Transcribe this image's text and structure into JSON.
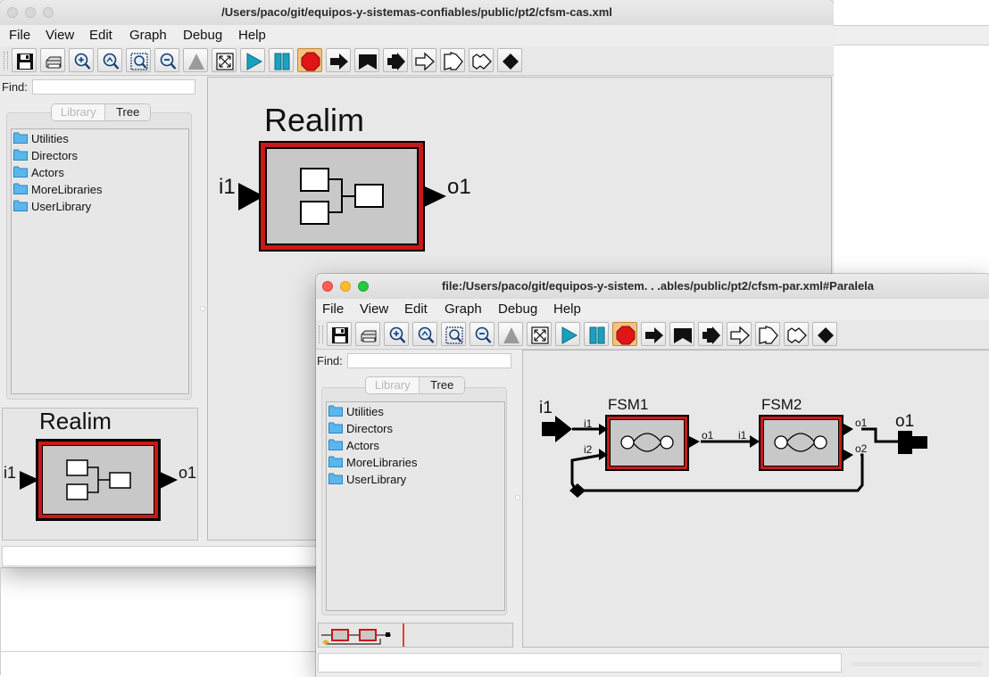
{
  "window_back": {
    "title": "/Users/paco/git/equipos-y-sistemas-confiables/public/pt2/cfsm-cas.xml",
    "menu": [
      "File",
      "View",
      "Edit",
      "Graph",
      "Debug",
      "Help"
    ],
    "find_label": "Find:",
    "find_value": "",
    "tab_library": "Library",
    "tab_tree": "Tree",
    "library_items": [
      "Utilities",
      "Directors",
      "Actors",
      "MoreLibraries",
      "UserLibrary"
    ],
    "canvas_actor": {
      "name": "Realim",
      "input_port": "i1",
      "output_port": "o1"
    },
    "preview_actor": {
      "name": "Realim",
      "input_port": "i1",
      "output_port": "o1"
    }
  },
  "window_front": {
    "title": "file:/Users/paco/git/equipos-y-sistem. . .ables/public/pt2/cfsm-par.xml#Paralela",
    "menu": [
      "File",
      "View",
      "Edit",
      "Graph",
      "Debug",
      "Help"
    ],
    "find_label": "Find:",
    "find_value": "",
    "tab_library": "Library",
    "tab_tree": "Tree",
    "library_items": [
      "Utilities",
      "Directors",
      "Actors",
      "MoreLibraries",
      "UserLibrary"
    ],
    "diagram": {
      "input_label": "i1",
      "output_label": "o1",
      "fsm1": {
        "name": "FSM1",
        "in1": "i1",
        "in2": "i2",
        "out1": "o1"
      },
      "fsm2": {
        "name": "FSM2",
        "in1": "i1",
        "out1": "o1",
        "out2": "o2"
      }
    }
  },
  "toolbar_buttons": [
    "save-icon",
    "print-icon",
    "zoom-in-icon",
    "zoom-reset-icon",
    "zoom-fit-icon",
    "zoom-out-icon",
    "up-icon",
    "fullscreen-icon",
    "run-icon",
    "pause-icon",
    "stop-icon",
    "step-arrow-icon",
    "flag-icon",
    "arrow-notched-icon",
    "arrow-outline-icon",
    "double-arrow-outline-icon",
    "triple-arrow-outline-icon",
    "diamond-icon"
  ],
  "colors": {
    "actor_border": "#c91818",
    "actor_fill": "#c8c8c8",
    "run_icon": "#1aa1c0",
    "stop_icon": "#e01515",
    "stop_active_bg": "#f3c280"
  }
}
